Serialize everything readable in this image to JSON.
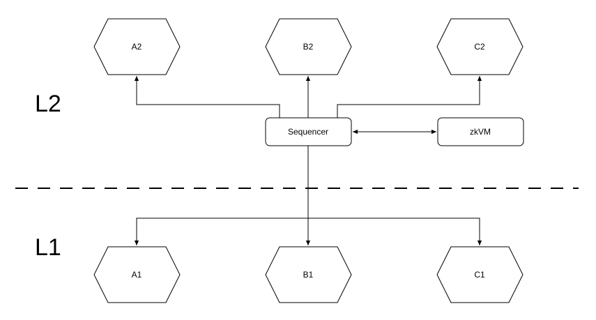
{
  "layers": {
    "upper": "L2",
    "lower": "L1"
  },
  "nodes": {
    "A2": "A2",
    "B2": "B2",
    "C2": "C2",
    "A1": "A1",
    "B1": "B1",
    "C1": "C1",
    "sequencer": "Sequencer",
    "zkvm": "zkVM"
  }
}
